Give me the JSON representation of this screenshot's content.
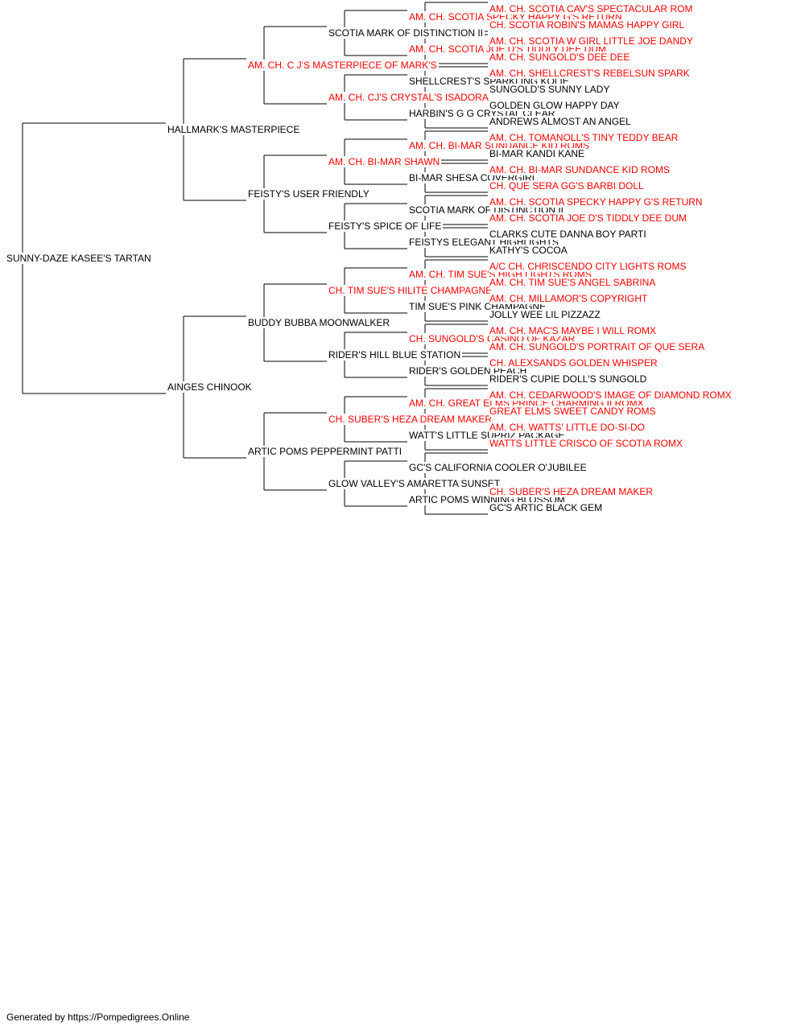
{
  "colors": {
    "champion": "#ff0000",
    "normal": "#000000",
    "line": "#000000"
  },
  "pedigree": [
    {
      "name": "SUNNY-DAZE KASEE'S TARTAN",
      "champion": false
    },
    {
      "name": "HALLMARK'S MASTERPIECE",
      "champion": false
    },
    {
      "name": "AINGES CHINOOK",
      "champion": false
    },
    {
      "name": "AM. CH. C J'S MASTERPIECE OF MARK'S",
      "champion": true
    },
    {
      "name": "FEISTY'S USER FRIENDLY",
      "champion": false
    },
    {
      "name": "BUDDY BUBBA MOONWALKER",
      "champion": false
    },
    {
      "name": "ARTIC POMS PEPPERMINT PATTI",
      "champion": false
    },
    {
      "name": "SCOTIA MARK OF DISTINCTION II",
      "champion": false
    },
    {
      "name": "AM. CH. CJ'S CRYSTAL'S ISADORA",
      "champion": true
    },
    {
      "name": "AM. CH. BI-MAR SHAWN",
      "champion": true
    },
    {
      "name": "FEISTY'S SPICE OF LIFE",
      "champion": false
    },
    {
      "name": "CH. TIM SUE'S HILITE CHAMPAGNE",
      "champion": true
    },
    {
      "name": "RIDER'S HILL BLUE STATION",
      "champion": false
    },
    {
      "name": "CH. SUBER'S HEZA DREAM MAKER",
      "champion": true
    },
    {
      "name": "GLOW VALLEY'S AMARETTA SUNSET",
      "champion": false
    },
    {
      "name": "AM. CH. SCOTIA SPECKY HAPPY G'S RETURN",
      "champion": true
    },
    {
      "name": "AM. CH. SCOTIA JOE D'S TIDDLY DEE DUM",
      "champion": true
    },
    {
      "name": "SHELLCREST'S SPARKLING KOLIE",
      "champion": false
    },
    {
      "name": "HARBIN'S G G CRYSTAL CLEAR",
      "champion": false
    },
    {
      "name": "AM. CH. BI-MAR SUNDANCE KID ROMS",
      "champion": true
    },
    {
      "name": "BI-MAR SHESA COVERGIRL",
      "champion": false
    },
    {
      "name": "SCOTIA MARK OF DISTINCTION II",
      "champion": false
    },
    {
      "name": "FEISTYS ELEGANT HIGHLIGHTS",
      "champion": false
    },
    {
      "name": "AM. CH. TIM SUE'S HIGH LIGHTS ROMS",
      "champion": true
    },
    {
      "name": "TIM SUE'S PINK CHAMPAGNE",
      "champion": false
    },
    {
      "name": "CH. SUNGOLD'S CASINO OF KAZAR",
      "champion": true
    },
    {
      "name": "RIDER'S GOLDEN PEACH",
      "champion": false
    },
    {
      "name": "AM. CH. GREAT ELMS PRINCE CHARMING II ROMX",
      "champion": true
    },
    {
      "name": "WATT'S LITTLE SUPRIZ PACKAGE",
      "champion": false
    },
    {
      "name": "GC'S CALIFORNIA COOLER O'JUBILEE",
      "champion": false
    },
    {
      "name": "ARTIC POMS WINNING BLOSSOM",
      "champion": false
    },
    {
      "name": "AM. CH. SCOTIA CAV'S SPECTACULAR ROM",
      "champion": true
    },
    {
      "name": "CH. SCOTIA ROBIN'S MAMAS HAPPY GIRL",
      "champion": true
    },
    {
      "name": "AM. CH. SCOTIA W GIRL LITTLE JOE DANDY",
      "champion": true
    },
    {
      "name": "AM. CH. SUNGOLD'S DEE DEE",
      "champion": true
    },
    {
      "name": "AM. CH. SHELLCREST'S REBELSUN SPARK",
      "champion": true
    },
    {
      "name": "SUNGOLD'S SUNNY LADY",
      "champion": false
    },
    {
      "name": "GOLDEN GLOW HAPPY DAY",
      "champion": false
    },
    {
      "name": "ANDREWS ALMOST AN ANGEL",
      "champion": false
    },
    {
      "name": "AM. CH. TOMANOLL'S TINY TEDDY BEAR",
      "champion": true
    },
    {
      "name": "BI-MAR KANDI KANE",
      "champion": false
    },
    {
      "name": "AM. CH. BI-MAR SUNDANCE KID ROMS",
      "champion": true
    },
    {
      "name": "CH. QUE SERA GG'S BARBI DOLL",
      "champion": true
    },
    {
      "name": "AM. CH. SCOTIA SPECKY HAPPY G'S RETURN",
      "champion": true
    },
    {
      "name": "AM. CH. SCOTIA JOE D'S TIDDLY DEE DUM",
      "champion": true
    },
    {
      "name": "CLARKS CUTE DANNA BOY PARTI",
      "champion": false
    },
    {
      "name": "KATHY'S COCOA",
      "champion": false
    },
    {
      "name": "A/C CH. CHRISCENDO CITY LIGHTS ROMS",
      "champion": true
    },
    {
      "name": "AM. CH. TIM SUE'S ANGEL SABRINA",
      "champion": true
    },
    {
      "name": "AM. CH. MILLAMOR'S COPYRIGHT",
      "champion": true
    },
    {
      "name": "JOLLY WEE LIL PIZZAZZ",
      "champion": false
    },
    {
      "name": "AM. CH. MAC'S MAYBE I WILL ROMX",
      "champion": true
    },
    {
      "name": "AM. CH. SUNGOLD'S PORTRAIT OF QUE SERA",
      "champion": true
    },
    {
      "name": "CH. ALEXSANDS GOLDEN WHISPER",
      "champion": true
    },
    {
      "name": "RIDER'S CUPIE DOLL'S SUNGOLD",
      "champion": false
    },
    {
      "name": "AM. CH. CEDARWOOD'S IMAGE OF DIAMOND ROMX",
      "champion": true
    },
    {
      "name": "GREAT ELMS SWEET CANDY ROMS",
      "champion": true
    },
    {
      "name": "AM. CH. WATTS' LITTLE DO-SI-DO",
      "champion": true
    },
    {
      "name": "WATTS LITTLE CRISCO OF SCOTIA ROMX",
      "champion": true
    },
    {
      "name": "",
      "champion": false
    },
    {
      "name": "",
      "champion": false
    },
    {
      "name": "CH. SUBER'S HEZA DREAM MAKER",
      "champion": true
    },
    {
      "name": "GC'S ARTIC BLACK GEM",
      "champion": false
    }
  ],
  "footer": "Generated by https://Pompedigrees.Online"
}
